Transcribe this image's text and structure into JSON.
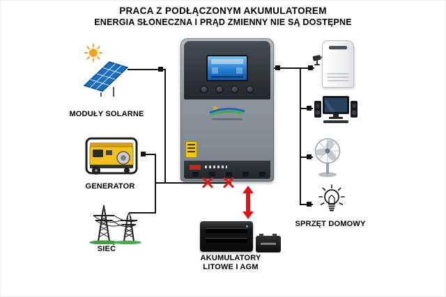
{
  "header": {
    "title": "PRACA Z PODŁĄCZONYM AKUMULATOREM",
    "subtitle": "ENERGIA SŁONECZNA I PRĄD ZMIENNY NIE SĄ DOSTĘPNE"
  },
  "sources": {
    "solar": {
      "label": "MODUŁY SOLARNE",
      "icon": "solar-panel-icon"
    },
    "generator": {
      "label": "GENERATOR",
      "icon": "generator-icon"
    },
    "grid": {
      "label": "SIEĆ",
      "icon": "power-grid-icon"
    }
  },
  "inverter": {
    "icon": "solar-inverter",
    "disconnected_inputs": [
      "solar",
      "ac"
    ]
  },
  "storage": {
    "label_line1": "AKUMULATORY",
    "label_line2": "LITOWE I AGM",
    "icons": [
      "ups-battery-icon",
      "agm-battery-icon"
    ],
    "flow_arrow": "bidirectional"
  },
  "loads": {
    "label": "SPRZĘT DOMOWY",
    "icons": [
      "air-conditioner-icon",
      "security-camera-icon",
      "computer-icon",
      "fan-icon",
      "light-bulb-icon"
    ]
  },
  "colors": {
    "line": "#121212",
    "disconnect_red": "#e01414",
    "panel_blue": "#1a6ec0",
    "sun_orange": "#f6a21d",
    "generator_yellow": "#f2c11d"
  }
}
